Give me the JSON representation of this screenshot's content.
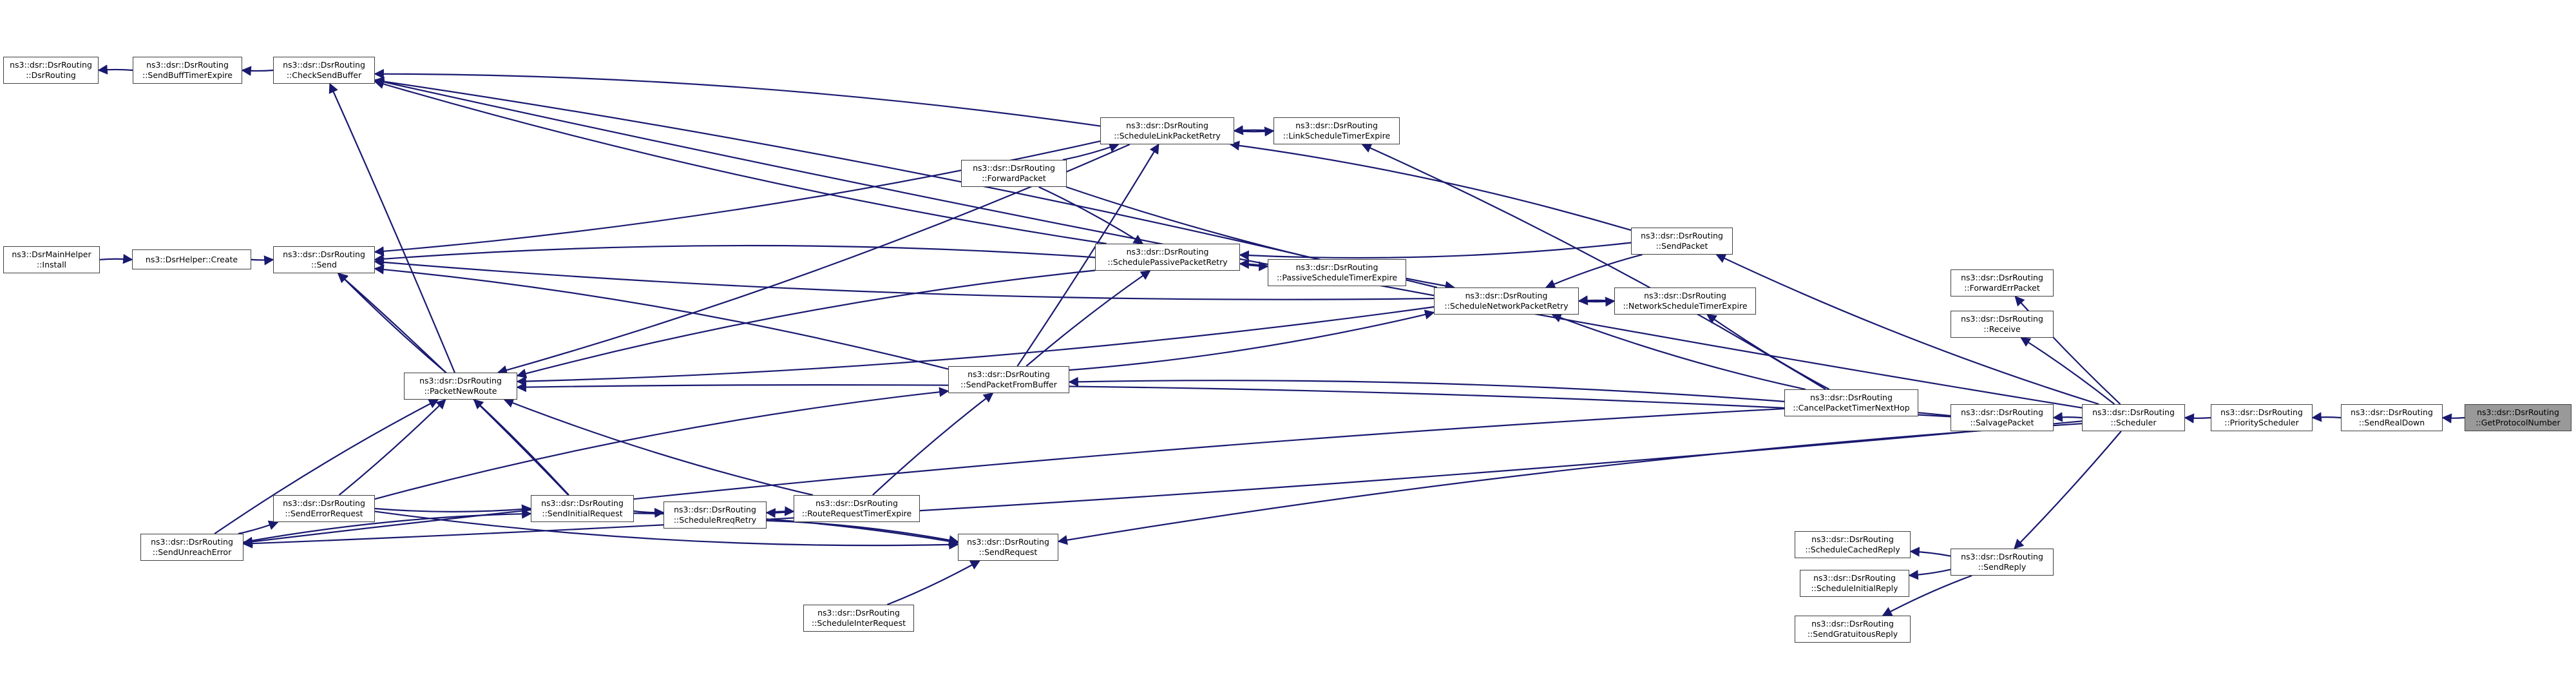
{
  "graph": {
    "nodes": [
      {
        "id": "n_dsrrouting",
        "l1": "ns3::dsr::DsrRouting",
        "l2": "::DsrRouting"
      },
      {
        "id": "n_sendbufftimerexpire",
        "l1": "ns3::dsr::DsrRouting",
        "l2": "::SendBuffTimerExpire"
      },
      {
        "id": "n_checksendbuffer",
        "l1": "ns3::dsr::DsrRouting",
        "l2": "::CheckSendBuffer"
      },
      {
        "id": "n_install",
        "l1": "ns3::DsrMainHelper",
        "l2": "::Install"
      },
      {
        "id": "n_create",
        "l1": "ns3::DsrHelper::Create",
        "l2": ""
      },
      {
        "id": "n_send",
        "l1": "ns3::dsr::DsrRouting",
        "l2": "::Send"
      },
      {
        "id": "n_packetnewroute",
        "l1": "ns3::dsr::DsrRouting",
        "l2": "::PacketNewRoute"
      },
      {
        "id": "n_senderrorrequest",
        "l1": "ns3::dsr::DsrRouting",
        "l2": "::SendErrorRequest"
      },
      {
        "id": "n_sendunreacherror",
        "l1": "ns3::dsr::DsrRouting",
        "l2": "::SendUnreachError"
      },
      {
        "id": "n_sendinitialrequest",
        "l1": "ns3::dsr::DsrRouting",
        "l2": "::SendInitialRequest"
      },
      {
        "id": "n_schedulerreqretry",
        "l1": "ns3::dsr::DsrRouting",
        "l2": "::ScheduleRreqRetry"
      },
      {
        "id": "n_routerequesttimerexpire",
        "l1": "ns3::dsr::DsrRouting",
        "l2": "::RouteRequestTimerExpire"
      },
      {
        "id": "n_sendrequest",
        "l1": "ns3::dsr::DsrRouting",
        "l2": "::SendRequest"
      },
      {
        "id": "n_scheduleinterrequest",
        "l1": "ns3::dsr::DsrRouting",
        "l2": "::ScheduleInterRequest"
      },
      {
        "id": "n_sendpacketfrombuffer",
        "l1": "ns3::dsr::DsrRouting",
        "l2": "::SendPacketFromBuffer"
      },
      {
        "id": "n_forwardpacket",
        "l1": "ns3::dsr::DsrRouting",
        "l2": "::ForwardPacket"
      },
      {
        "id": "n_schedulelinkpacketretry",
        "l1": "ns3::dsr::DsrRouting",
        "l2": "::ScheduleLinkPacketRetry"
      },
      {
        "id": "n_schedulepassivepacketretry",
        "l1": "ns3::dsr::DsrRouting",
        "l2": "::SchedulePassivePacketRetry"
      },
      {
        "id": "n_linkscheduletimerexpire",
        "l1": "ns3::dsr::DsrRouting",
        "l2": "::LinkScheduleTimerExpire"
      },
      {
        "id": "n_passivescheduletimerexpire",
        "l1": "ns3::dsr::DsrRouting",
        "l2": "::PassiveScheduleTimerExpire"
      },
      {
        "id": "n_schedulenetworkpacketretry",
        "l1": "ns3::dsr::DsrRouting",
        "l2": "::ScheduleNetworkPacketRetry"
      },
      {
        "id": "n_networkscheduletimerexpire",
        "l1": "ns3::dsr::DsrRouting",
        "l2": "::NetworkScheduleTimerExpire"
      },
      {
        "id": "n_sendpacket",
        "l1": "ns3::dsr::DsrRouting",
        "l2": "::SendPacket"
      },
      {
        "id": "n_cancelpackettimernexthop",
        "l1": "ns3::dsr::DsrRouting",
        "l2": "::CancelPacketTimerNextHop"
      },
      {
        "id": "n_salvagepacket",
        "l1": "ns3::dsr::DsrRouting",
        "l2": "::SalvagePacket"
      },
      {
        "id": "n_forwarderrpacket",
        "l1": "ns3::dsr::DsrRouting",
        "l2": "::ForwardErrPacket"
      },
      {
        "id": "n_receive",
        "l1": "ns3::dsr::DsrRouting",
        "l2": "::Receive"
      },
      {
        "id": "n_schedulecachedreply",
        "l1": "ns3::dsr::DsrRouting",
        "l2": "::ScheduleCachedReply"
      },
      {
        "id": "n_scheduleinitialreply",
        "l1": "ns3::dsr::DsrRouting",
        "l2": "::ScheduleInitialReply"
      },
      {
        "id": "n_sendgratuitousreply",
        "l1": "ns3::dsr::DsrRouting",
        "l2": "::SendGratuitousReply"
      },
      {
        "id": "n_sendreply",
        "l1": "ns3::dsr::DsrRouting",
        "l2": "::SendReply"
      },
      {
        "id": "n_scheduler",
        "l1": "ns3::dsr::DsrRouting",
        "l2": "::Scheduler"
      },
      {
        "id": "n_priorityscheduler",
        "l1": "ns3::dsr::DsrRouting",
        "l2": "::PriorityScheduler"
      },
      {
        "id": "n_sendrealdown",
        "l1": "ns3::dsr::DsrRouting",
        "l2": "::SendRealDown"
      },
      {
        "id": "n_getprotocolnumber",
        "l1": "ns3::dsr::DsrRouting",
        "l2": "::GetProtocolNumber",
        "root": true
      }
    ],
    "edges": [
      [
        "n_sendbufftimerexpire",
        "n_dsrrouting"
      ],
      [
        "n_checksendbuffer",
        "n_sendbufftimerexpire"
      ],
      [
        "n_install",
        "n_create"
      ],
      [
        "n_create",
        "n_send"
      ],
      [
        "n_schedulelinkpacketretry",
        "n_checksendbuffer"
      ],
      [
        "n_schedulepassivepacketretry",
        "n_checksendbuffer"
      ],
      [
        "n_schedulenetworkpacketretry",
        "n_checksendbuffer"
      ],
      [
        "n_scheduler",
        "n_checksendbuffer"
      ],
      [
        "n_packetnewroute",
        "n_checksendbuffer"
      ],
      [
        "n_schedulelinkpacketretry",
        "n_send"
      ],
      [
        "n_schedulepassivepacketretry",
        "n_send"
      ],
      [
        "n_schedulenetworkpacketretry",
        "n_send"
      ],
      [
        "n_sendpacketfrombuffer",
        "n_send"
      ],
      [
        "n_packetnewroute",
        "n_send"
      ],
      [
        "n_sendinitialrequest",
        "n_send"
      ],
      [
        "n_schedulelinkpacketretry",
        "n_packetnewroute"
      ],
      [
        "n_schedulepassivepacketretry",
        "n_packetnewroute"
      ],
      [
        "n_schedulenetworkpacketretry",
        "n_packetnewroute"
      ],
      [
        "n_salvagepacket",
        "n_packetnewroute"
      ],
      [
        "n_routerequesttimerexpire",
        "n_packetnewroute"
      ],
      [
        "n_sendinitialrequest",
        "n_packetnewroute"
      ],
      [
        "n_senderrorrequest",
        "n_packetnewroute"
      ],
      [
        "n_sendunreacherror",
        "n_packetnewroute"
      ],
      [
        "n_sendunreacherror",
        "n_senderrorrequest"
      ],
      [
        "n_sendunreacherror",
        "n_sendinitialrequest"
      ],
      [
        "n_senderrorrequest",
        "n_sendinitialrequest"
      ],
      [
        "n_senderrorrequest",
        "n_sendpacketfrombuffer"
      ],
      [
        "n_sendinitialrequest",
        "n_schedulerreqretry"
      ],
      [
        "n_schedulerreqretry",
        "n_routerequesttimerexpire"
      ],
      [
        "n_routerequesttimerexpire",
        "n_schedulerreqretry"
      ],
      [
        "n_schedulerreqretry",
        "n_sendrequest"
      ],
      [
        "n_senderrorrequest",
        "n_sendrequest"
      ],
      [
        "n_sendinitialrequest",
        "n_sendrequest"
      ],
      [
        "n_scheduleinterrequest",
        "n_sendrequest"
      ],
      [
        "n_routerequesttimerexpire",
        "n_sendpacketfrombuffer"
      ],
      [
        "n_sendpacketfrombuffer",
        "n_schedulelinkpacketretry"
      ],
      [
        "n_sendpacketfrombuffer",
        "n_schedulepassivepacketretry"
      ],
      [
        "n_sendpacketfrombuffer",
        "n_schedulenetworkpacketretry"
      ],
      [
        "n_salvagepacket",
        "n_sendpacketfrombuffer"
      ],
      [
        "n_forwardpacket",
        "n_schedulelinkpacketretry"
      ],
      [
        "n_forwardpacket",
        "n_schedulepassivepacketretry"
      ],
      [
        "n_forwardpacket",
        "n_schedulenetworkpacketretry"
      ],
      [
        "n_linkscheduletimerexpire",
        "n_schedulelinkpacketretry"
      ],
      [
        "n_schedulelinkpacketretry",
        "n_linkscheduletimerexpire"
      ],
      [
        "n_passivescheduletimerexpire",
        "n_schedulepassivepacketretry"
      ],
      [
        "n_schedulepassivepacketretry",
        "n_passivescheduletimerexpire"
      ],
      [
        "n_networkscheduletimerexpire",
        "n_schedulenetworkpacketretry"
      ],
      [
        "n_schedulenetworkpacketretry",
        "n_networkscheduletimerexpire"
      ],
      [
        "n_sendpacket",
        "n_schedulelinkpacketretry"
      ],
      [
        "n_sendpacket",
        "n_schedulepassivepacketretry"
      ],
      [
        "n_sendpacket",
        "n_schedulenetworkpacketretry"
      ],
      [
        "n_cancelpackettimernexthop",
        "n_schedulenetworkpacketretry"
      ],
      [
        "n_cancelpackettimernexthop",
        "n_linkscheduletimerexpire"
      ],
      [
        "n_cancelpackettimernexthop",
        "n_networkscheduletimerexpire"
      ],
      [
        "n_cancelpackettimernexthop",
        "n_sendunreacherror"
      ],
      [
        "n_scheduler",
        "n_sendpacket"
      ],
      [
        "n_scheduler",
        "n_salvagepacket"
      ],
      [
        "n_scheduler",
        "n_forwarderrpacket"
      ],
      [
        "n_scheduler",
        "n_receive"
      ],
      [
        "n_scheduler",
        "n_sendreply"
      ],
      [
        "n_scheduler",
        "n_sendrequest"
      ],
      [
        "n_scheduler",
        "n_sendunreacherror"
      ],
      [
        "n_sendreply",
        "n_schedulecachedreply"
      ],
      [
        "n_sendreply",
        "n_scheduleinitialreply"
      ],
      [
        "n_sendreply",
        "n_sendgratuitousreply"
      ],
      [
        "n_priorityscheduler",
        "n_scheduler"
      ],
      [
        "n_sendrealdown",
        "n_priorityscheduler"
      ],
      [
        "n_getprotocolnumber",
        "n_sendrealdown"
      ]
    ]
  }
}
